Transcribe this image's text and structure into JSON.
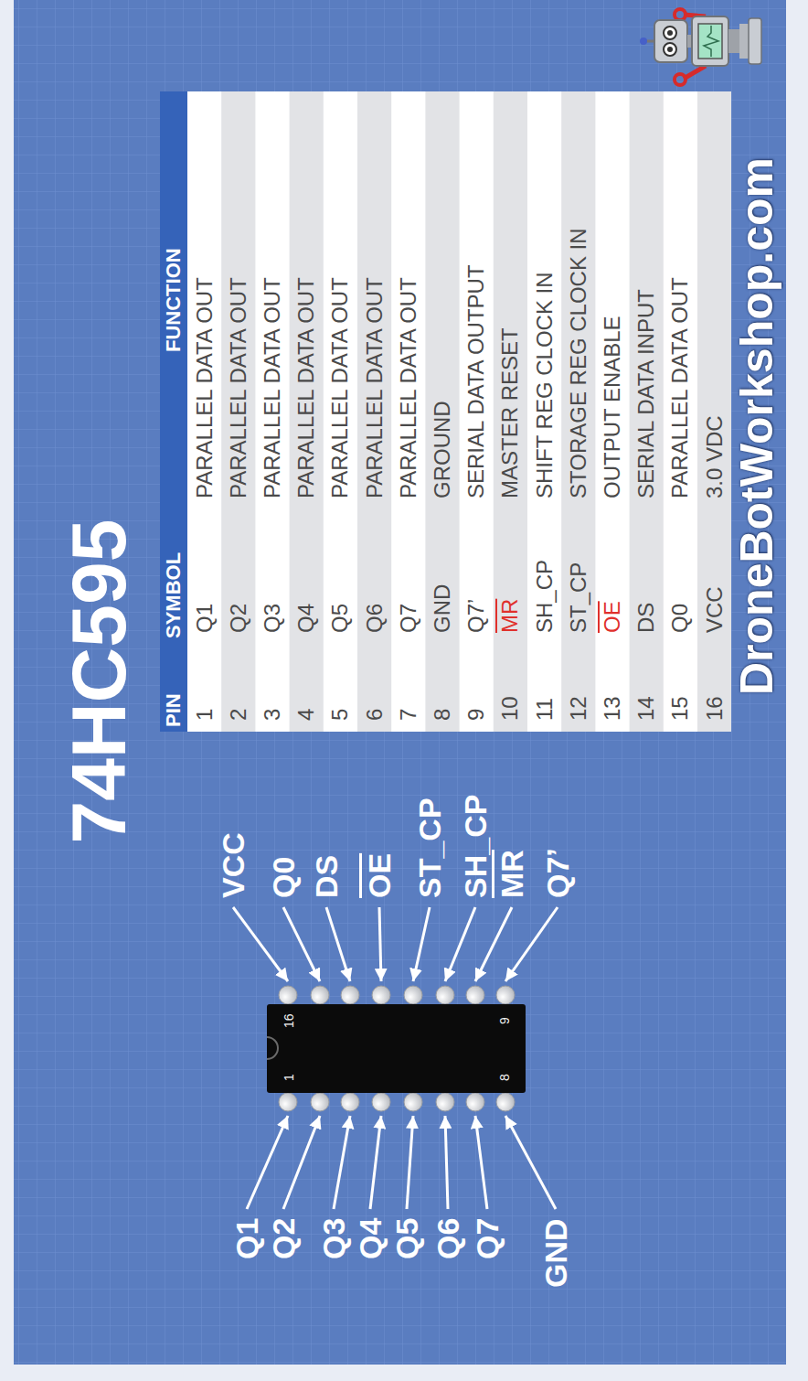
{
  "diagram": {
    "title": "74HC595",
    "nodes": [
      {
        "text": [
          "1",
          "16",
          "8",
          "9"
        ]
      }
    ],
    "labels": [
      "Q1",
      "Q2",
      "Q3",
      "Q4",
      "Q5",
      "Q6",
      "Q7",
      "GND",
      "VCC",
      "Q0",
      "DS",
      "OE",
      "ST_CP",
      "SH_CP",
      "MR",
      "Q7’",
      "PIN",
      "SYMBOL",
      "FUNCTION",
      "1",
      "Q1",
      "PARALLEL DATA OUT",
      "2",
      "Q2",
      "PARALLEL DATA OUT",
      "3",
      "Q3",
      "PARALLEL DATA OUT",
      "4",
      "Q4",
      "PARALLEL DATA OUT",
      "5",
      "Q5",
      "PARALLEL DATA OUT",
      "6",
      "Q6",
      "PARALLEL DATA OUT",
      "7",
      "Q7",
      "PARALLEL DATA OUT",
      "8",
      "GND",
      "GROUND",
      "9",
      "Q7’",
      "SERIAL DATA OUTPUT",
      "10",
      "MR",
      "MASTER RESET",
      "11",
      "SH_CP",
      "SHIFT REG CLOCK IN",
      "12",
      "ST_CP",
      "STORAGE REG CLOCK IN",
      "13",
      "OE",
      "OUTPUT ENABLE",
      "14",
      "DS",
      "SERIAL DATA INPUT",
      "15",
      "Q0",
      "PARALLEL DATA OUT",
      "16",
      "VCC",
      "3.0 VDC",
      "DroneBotWorkshop.com"
    ]
  }
}
